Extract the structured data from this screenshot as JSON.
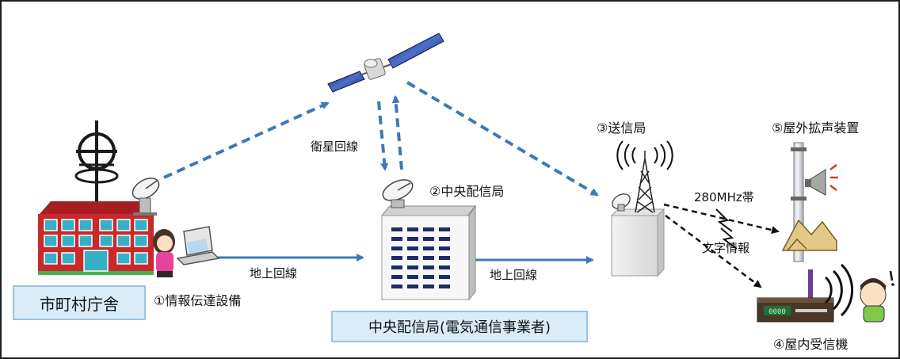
{
  "labels": {
    "city_hall": "市町村庁舎",
    "info_equipment": "①情報伝達設備",
    "central_station": "②中央配信局",
    "transmitter": "③送信局",
    "indoor_receiver": "④屋内受信機",
    "outdoor_speaker": "⑤屋外拡声装置",
    "satellite_link": "衛星回線",
    "ground_link_1": "地上回線",
    "ground_link_2": "地上回線",
    "frequency_band": "280MHz帯",
    "text_info": "文字情報",
    "central_operator": "中央配信局(電気通信事業者)",
    "receiver_display": "0000"
  },
  "colors": {
    "link_blue": "#3f78b8",
    "wireless_black": "#111111",
    "label_box_fill": "#d9ecf8",
    "label_box_border": "#9ec3dd",
    "building_red": "#c8292c",
    "window_teal": "#35b0c4"
  }
}
